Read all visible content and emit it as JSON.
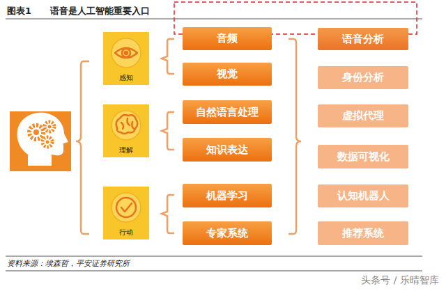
{
  "diagram": {
    "title": "图表1      语音是人工智能重要入口",
    "caption": "资料来源：埃森哲，平安证券研究所",
    "nodes": [
      {
        "text": [
          "感知"
        ]
      },
      {
        "text": [
          "理解"
        ]
      },
      {
        "text": [
          "行动"
        ]
      },
      {
        "text": [
          "音频"
        ]
      },
      {
        "text": [
          "视觉"
        ]
      },
      {
        "text": [
          "自然语言处理"
        ]
      },
      {
        "text": [
          "知识表达"
        ]
      },
      {
        "text": [
          "机器学习"
        ]
      },
      {
        "text": [
          "专家系统"
        ]
      },
      {
        "text": [
          "语音分析"
        ]
      },
      {
        "text": [
          "身份分析"
        ]
      },
      {
        "text": [
          "虚拟代理"
        ]
      },
      {
        "text": [
          "数据可视化"
        ]
      },
      {
        "text": [
          "认知机器人"
        ]
      },
      {
        "text": [
          "推荐系统"
        ]
      }
    ],
    "labels": [
      "头条号 / 乐晴智库"
    ]
  }
}
